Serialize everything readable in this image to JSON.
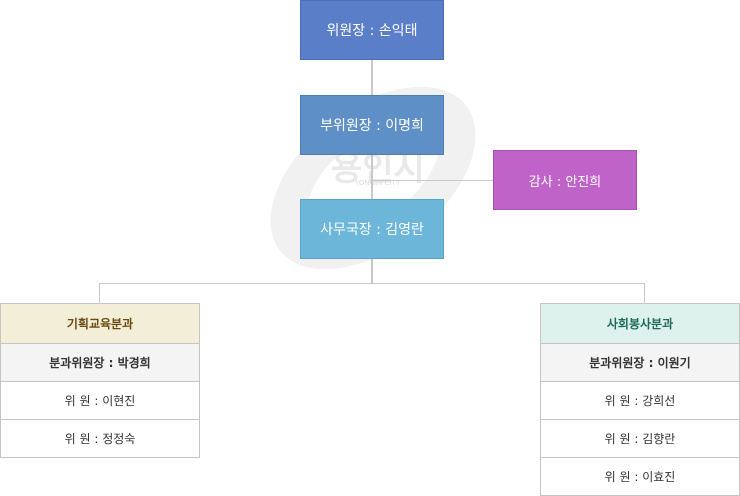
{
  "org": {
    "chair": "위원장 : 손익태",
    "vice_chair": "부위원장 : 이명희",
    "auditor": "감사 : 안진희",
    "secretary_general": "사무국장 : 김영란",
    "left_dept": {
      "name": "기획교육분과",
      "head": "분과위원장 : 박경희",
      "members": [
        "위 원 : 이현진",
        "위 원 : 정정숙"
      ]
    },
    "right_dept": {
      "name": "사회봉사분과",
      "head": "분과위원장 : 이원기",
      "members": [
        "위 원 : 강희선",
        "위 원 : 김향란",
        "위 원 : 이효진"
      ]
    }
  },
  "watermark": {
    "text": "용인시",
    "subtext": "YONGIN CITY",
    "color": "#e8e8e8"
  },
  "colors": {
    "chair": "#5b7ec9",
    "vice_chair": "#5f8fc7",
    "secretary_general": "#6cb6da",
    "auditor": "#bf63c9",
    "left_dept_header": "#f3eed7",
    "right_dept_header": "#def2ed",
    "connector": "#c8c8c8"
  }
}
